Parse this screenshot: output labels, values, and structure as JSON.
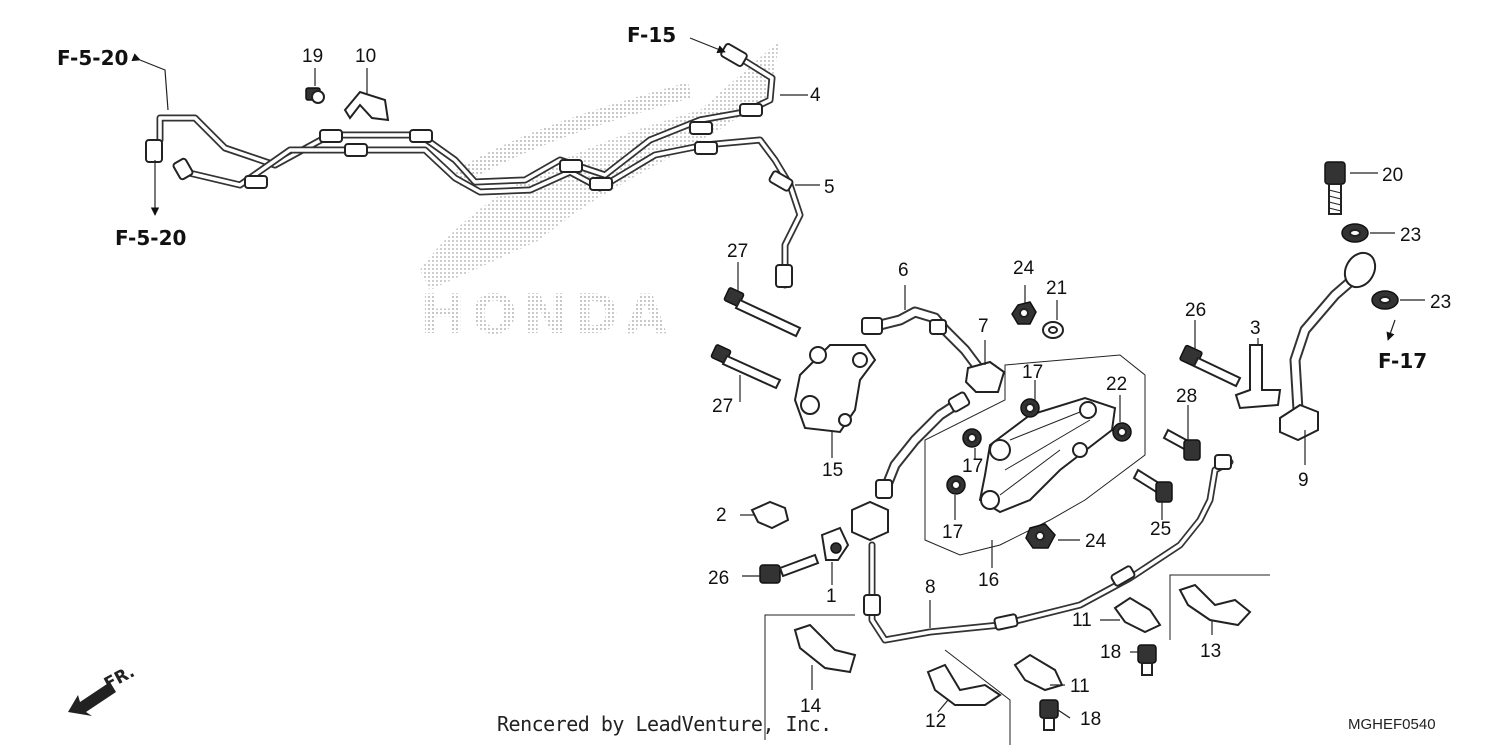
{
  "watermark": {
    "text": "HONDA"
  },
  "references": {
    "f520_top": "F-5-20",
    "f520_bottom": "F-5-20",
    "f15": "F-15",
    "f17": "F-17"
  },
  "callouts": {
    "c1": "1",
    "c2": "2",
    "c3": "3",
    "c4": "4",
    "c5": "5",
    "c6": "6",
    "c7": "7",
    "c8": "8",
    "c9": "9",
    "c10": "10",
    "c11a": "11",
    "c11b": "11",
    "c12": "12",
    "c13": "13",
    "c14": "14",
    "c15": "15",
    "c16": "16",
    "c17a": "17",
    "c17b": "17",
    "c17c": "17",
    "c18a": "18",
    "c18b": "18",
    "c19": "19",
    "c20": "20",
    "c21": "21",
    "c22": "22",
    "c23a": "23",
    "c23b": "23",
    "c24a": "24",
    "c24b": "24",
    "c25": "25",
    "c26a": "26",
    "c26b": "26",
    "c27a": "27",
    "c27b": "27",
    "c28": "28"
  },
  "front_indicator": "FR.",
  "footer": {
    "rendered_by": "Rencered by LeadVenture, Inc.",
    "diagram_code": "MGHEF0540"
  }
}
